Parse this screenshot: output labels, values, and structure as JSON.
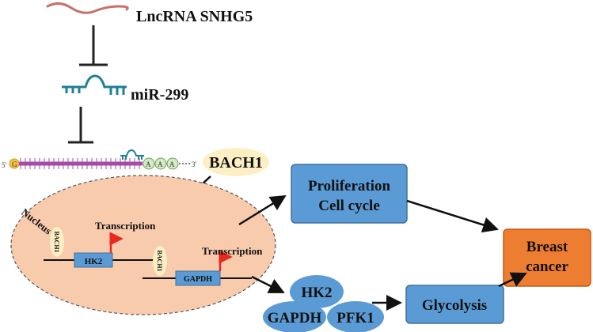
{
  "labels": {
    "lncrna": "LncRNA SNHG5",
    "mirna": "miR-299",
    "bach1_protein": "BACH1",
    "nucleus": "Nucleus",
    "transcription_1": "Transcription",
    "transcription_2": "Transcription",
    "bach1_bound_1": "BACH1",
    "bach1_bound_2": "BACH1",
    "gene_hk2": "HK2",
    "gene_gapdh": "GAPDH",
    "mrna_five_prime": "5'",
    "mrna_cap": "G",
    "mrna_polya_1": "A",
    "mrna_polya_2": "A",
    "mrna_polya_3": "A",
    "mrna_three_prime": "3'",
    "proliferation_line1": "Proliferation",
    "proliferation_line2": "Cell cycle",
    "breast_line1": "Breast",
    "breast_line2": "cancer",
    "enzyme_hk2": "HK2",
    "enzyme_gapdh": "GAPDH",
    "enzyme_pfk1": "PFK1",
    "glycolysis": "Glycolysis"
  },
  "colors": {
    "box_blue": "#5b9bd5",
    "box_blue_border": "#41719c",
    "orange": "#ed7d31",
    "nucleus_fill": "#f8cbad",
    "bach1_fill": "#fdefc4",
    "teal": "#1f7f99",
    "mrna_purple": "#a64ca6",
    "cap_yellow": "#f5c242",
    "polya_green": "#d5e8c8",
    "arrow_red": "#e8271e"
  }
}
